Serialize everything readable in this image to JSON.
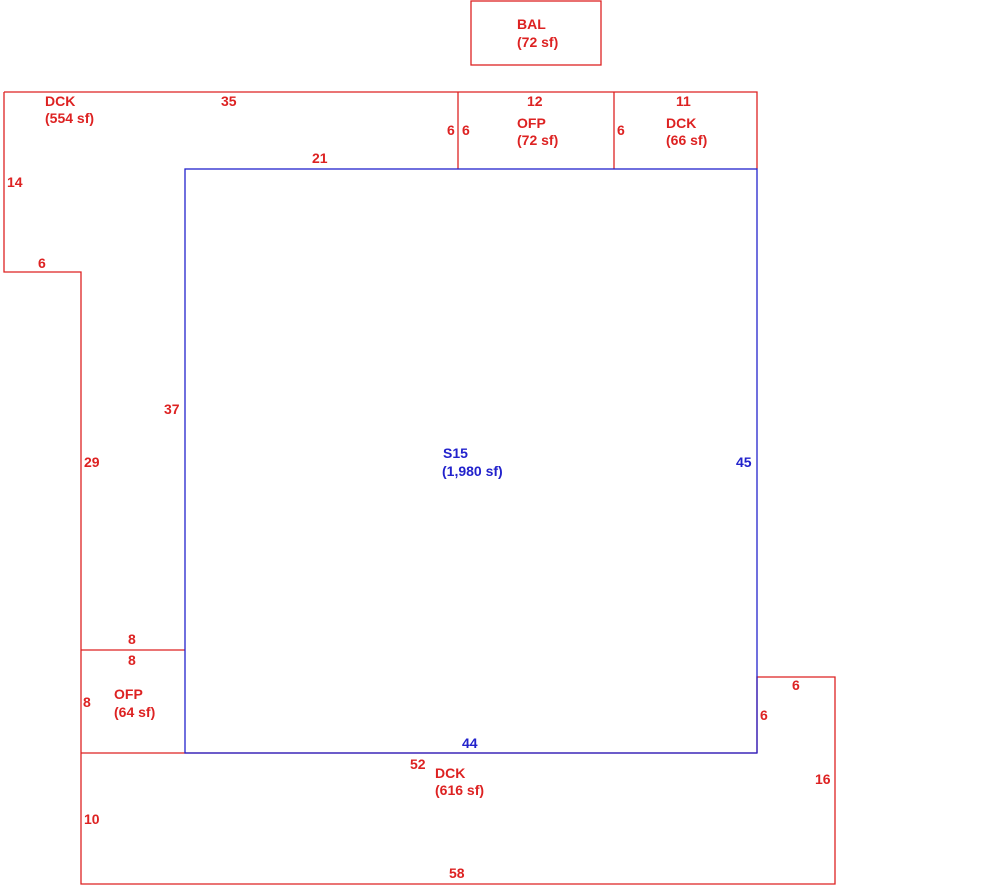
{
  "colors": {
    "dimension_red": "#dd2222",
    "main_blue": "#2222cc",
    "background": "#ffffff"
  },
  "areas": {
    "bal": {
      "name": "BAL",
      "size": "(72 sf)"
    },
    "dck_left": {
      "name": "DCK",
      "size": "(554 sf)"
    },
    "ofp_top": {
      "name": "OFP",
      "size": "(72 sf)"
    },
    "dck_right": {
      "name": "DCK",
      "size": "(66 sf)"
    },
    "main": {
      "name": "S15",
      "size": "(1,980 sf)"
    },
    "ofp_bottom": {
      "name": "OFP",
      "size": "(64 sf)"
    },
    "dck_bottom": {
      "name": "DCK",
      "size": "(616 sf)"
    }
  },
  "dimensions": {
    "d35": "35",
    "d12": "12",
    "d11": "11",
    "d6_top_a": "6",
    "d6_top_b": "6",
    "d6_top_c": "6",
    "d21": "21",
    "d14": "14",
    "d6_left": "6",
    "d37": "37",
    "d29": "29",
    "d45": "45",
    "d8_a": "8",
    "d8_b": "8",
    "d8_c": "8",
    "d6_right_a": "6",
    "d6_right_b": "6",
    "d44": "44",
    "d52": "52",
    "d16": "16",
    "d10": "10",
    "d58": "58"
  }
}
